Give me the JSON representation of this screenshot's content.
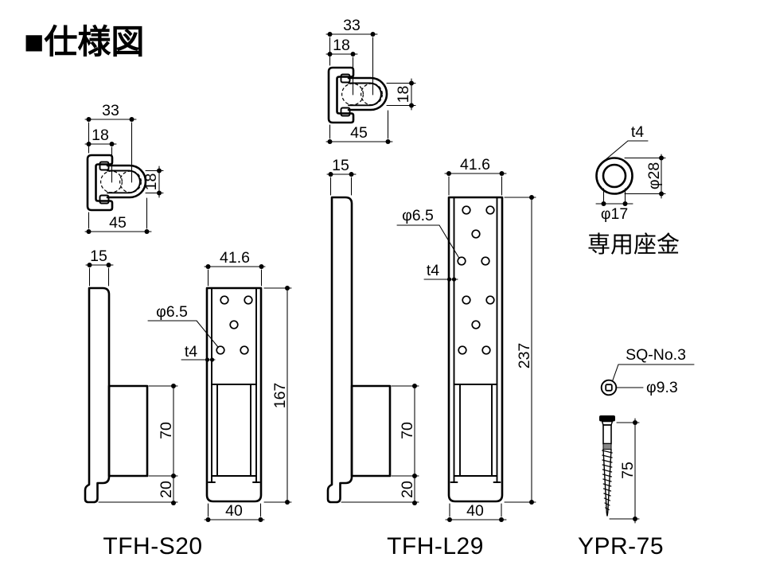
{
  "title": "■仕様図",
  "colors": {
    "ink": "#000000",
    "bg": "#ffffff"
  },
  "parts": {
    "tfh_s20": {
      "label": "TFH-S20",
      "cross_section": {
        "top_width": "33",
        "top_offset": "18",
        "pocket_height": "18",
        "total_width": "45"
      },
      "side": {
        "thickness": "15",
        "block_height": "70",
        "foot_height": "20"
      },
      "front": {
        "top_width": "41.6",
        "total_height": "167",
        "bottom_width": "40",
        "hole_diameter": "φ6.5",
        "plate_thickness": "t4"
      }
    },
    "tfh_l29": {
      "label": "TFH-L29",
      "cross_section": {
        "top_width": "33",
        "top_offset": "18",
        "pocket_height": "18",
        "total_width": "45"
      },
      "side": {
        "thickness": "15",
        "block_height": "70",
        "foot_height": "20"
      },
      "front": {
        "top_width": "41.6",
        "total_height": "237",
        "bottom_width": "40",
        "hole_diameter": "φ6.5",
        "plate_thickness": "t4"
      }
    },
    "washer": {
      "label": "専用座金",
      "thickness": "t4",
      "outer_diameter": "φ28",
      "inner_diameter": "φ17"
    },
    "screw": {
      "label": "YPR-75",
      "drive": "SQ-No.3",
      "head_diameter": "φ9.3",
      "length": "75"
    }
  }
}
